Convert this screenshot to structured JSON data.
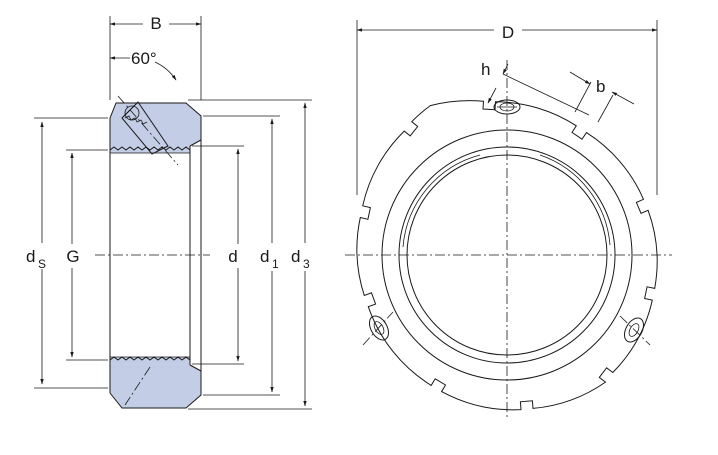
{
  "labels": {
    "B": "B",
    "angle": "60°",
    "ds_main": "d",
    "ds_sub": "S",
    "G": "G",
    "d": "d",
    "d1_main": "d",
    "d1_sub": "1",
    "d3_main": "d",
    "d3_sub": "3",
    "D": "D",
    "h": "h",
    "b": "b"
  },
  "colors": {
    "shade": "#c3cde6",
    "ink": "#1a1a1a"
  }
}
